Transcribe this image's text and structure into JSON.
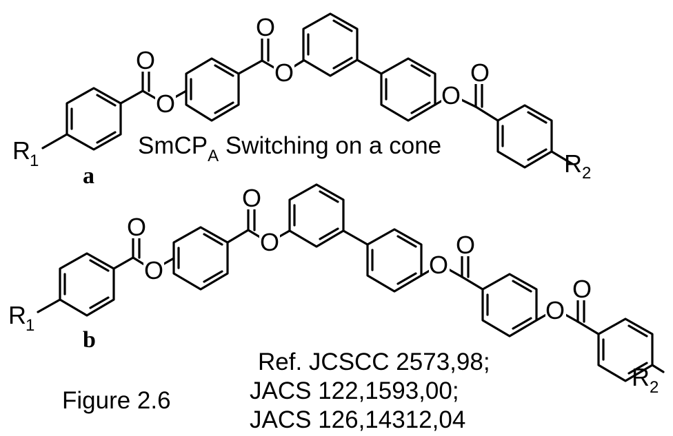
{
  "molecule_a": {
    "r_left": "R",
    "r_left_sub": "1",
    "r_right": "R",
    "r_right_sub": "2",
    "oxygen": "O",
    "label": "a",
    "caption_main": "SmCP",
    "caption_sub": "A",
    "caption_rest": " Switching on a cone"
  },
  "molecule_b": {
    "r_left": "R",
    "r_left_sub": "1",
    "r_right": "R",
    "r_right_sub": "2",
    "oxygen": "O",
    "label": "b"
  },
  "figure_label": "Figure 2.6",
  "references": [
    "Ref. JCSCC 2573,98;",
    "JACS 122,1593,00;",
    "JACS 126,14312,04"
  ]
}
